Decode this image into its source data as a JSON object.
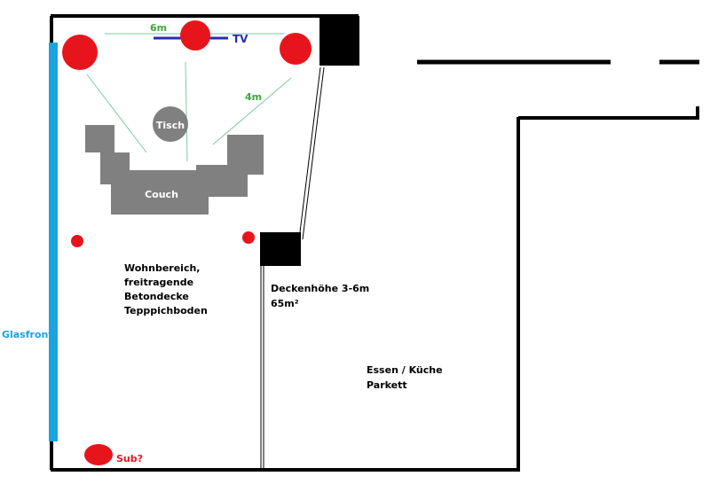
{
  "labels": {
    "tv": "TV",
    "width_dim": "6m",
    "diag_dim": "4m",
    "table": "Tisch",
    "couch": "Couch",
    "living_line1": "Wohnbereich,",
    "living_line2": "freitragende",
    "living_line3": "Betondecke",
    "living_line4": "Tepppichboden",
    "ceiling_height": "Deckenhöhe 3-6m",
    "area": "65m²",
    "kitchen_line1": "Essen / Küche",
    "kitchen_line2": "Parkett",
    "glass": "Glasfront",
    "sub": "Sub?"
  },
  "colors": {
    "wall": "#000000",
    "speaker": "#e8141c",
    "furniture": "#808080",
    "glass": "#1aa3e0",
    "tv_line": "#2b2bb0",
    "tv_text": "#2b2bb0",
    "dim_text": "#3aa83a",
    "sight_line": "#7fc7a0",
    "sub_text": "#e8141c",
    "text": "#000000",
    "furniture_text": "#ffffff"
  }
}
